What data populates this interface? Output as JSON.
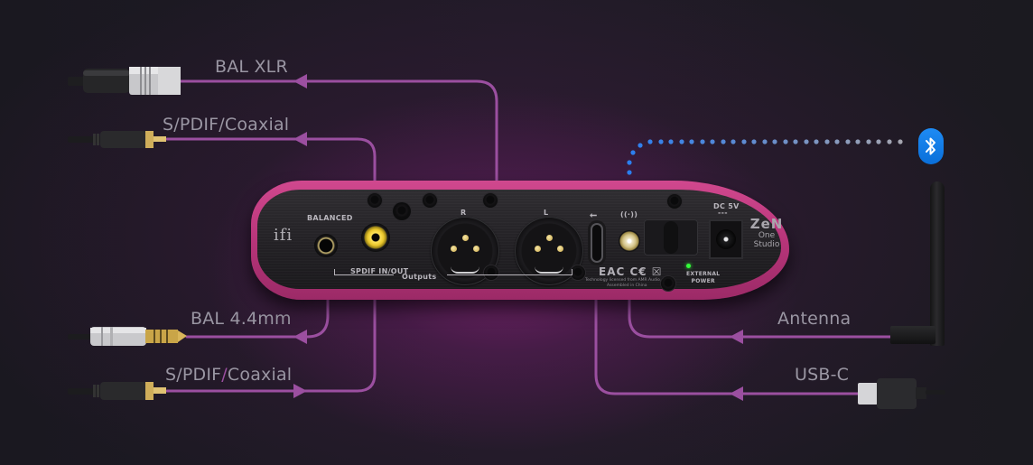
{
  "diagram": {
    "subject": "iFi ZEN One Studio rear panel connection diagram",
    "colors": {
      "background": "#1b1821",
      "glow": "#7a246e",
      "wire": "#9b4fa0",
      "device_frame": "#b8357a",
      "label_text": "#9a96a3",
      "bluetooth": "#1a84ef",
      "led": "#33ff3a"
    }
  },
  "labels": {
    "bal_xlr": "BAL XLR",
    "spdif_top": "S/PDIF/Coaxial",
    "bal_44": "BAL 4.4mm",
    "spdif_bottom_a": "S/PDIF",
    "spdif_bottom_slash": "/",
    "spdif_bottom_b": "Coaxial",
    "antenna": "Antenna",
    "usbc": "USB-C"
  },
  "connections": [
    {
      "label": "BAL XLR",
      "port": "XLR R/L Outputs",
      "direction": "out"
    },
    {
      "label": "S/PDIF/Coaxial",
      "port": "SPDIF IN/OUT",
      "direction": "out"
    },
    {
      "label": "BAL 4.4mm",
      "port": "BALANCED",
      "direction": "out"
    },
    {
      "label": "S/PDIF/Coaxial",
      "port": "SPDIF IN/OUT",
      "direction": "in"
    },
    {
      "label": "Antenna",
      "port": "Bluetooth antenna SMA",
      "direction": "in"
    },
    {
      "label": "USB-C",
      "port": "USB-C",
      "direction": "in"
    }
  ],
  "device": {
    "brand": "ifi",
    "model_line1": "ZeN",
    "model_line2": "One",
    "model_line3": "Studio",
    "balanced_label": "BALANCED",
    "spdif_label": "SPDIF IN/OUT",
    "xlr_r_label": "R",
    "xlr_l_label": "L",
    "outputs_label": "Outputs",
    "usb_icon": "usb-icon",
    "antenna_icon": "wireless-icon",
    "usb_symbol": "⭠",
    "antenna_symbol": "((·))",
    "dc_label": "DC 5V",
    "dc_symbol": "---",
    "ext_power_line1": "EXTERNAL",
    "ext_power_line2": "POWER",
    "cert_marks": "EAC C€ ☒",
    "fine_print_1": "Technology licensed from AMR Audio, UK",
    "fine_print_2": "Assembled in China"
  },
  "bluetooth": {
    "icon": "bluetooth-icon"
  }
}
